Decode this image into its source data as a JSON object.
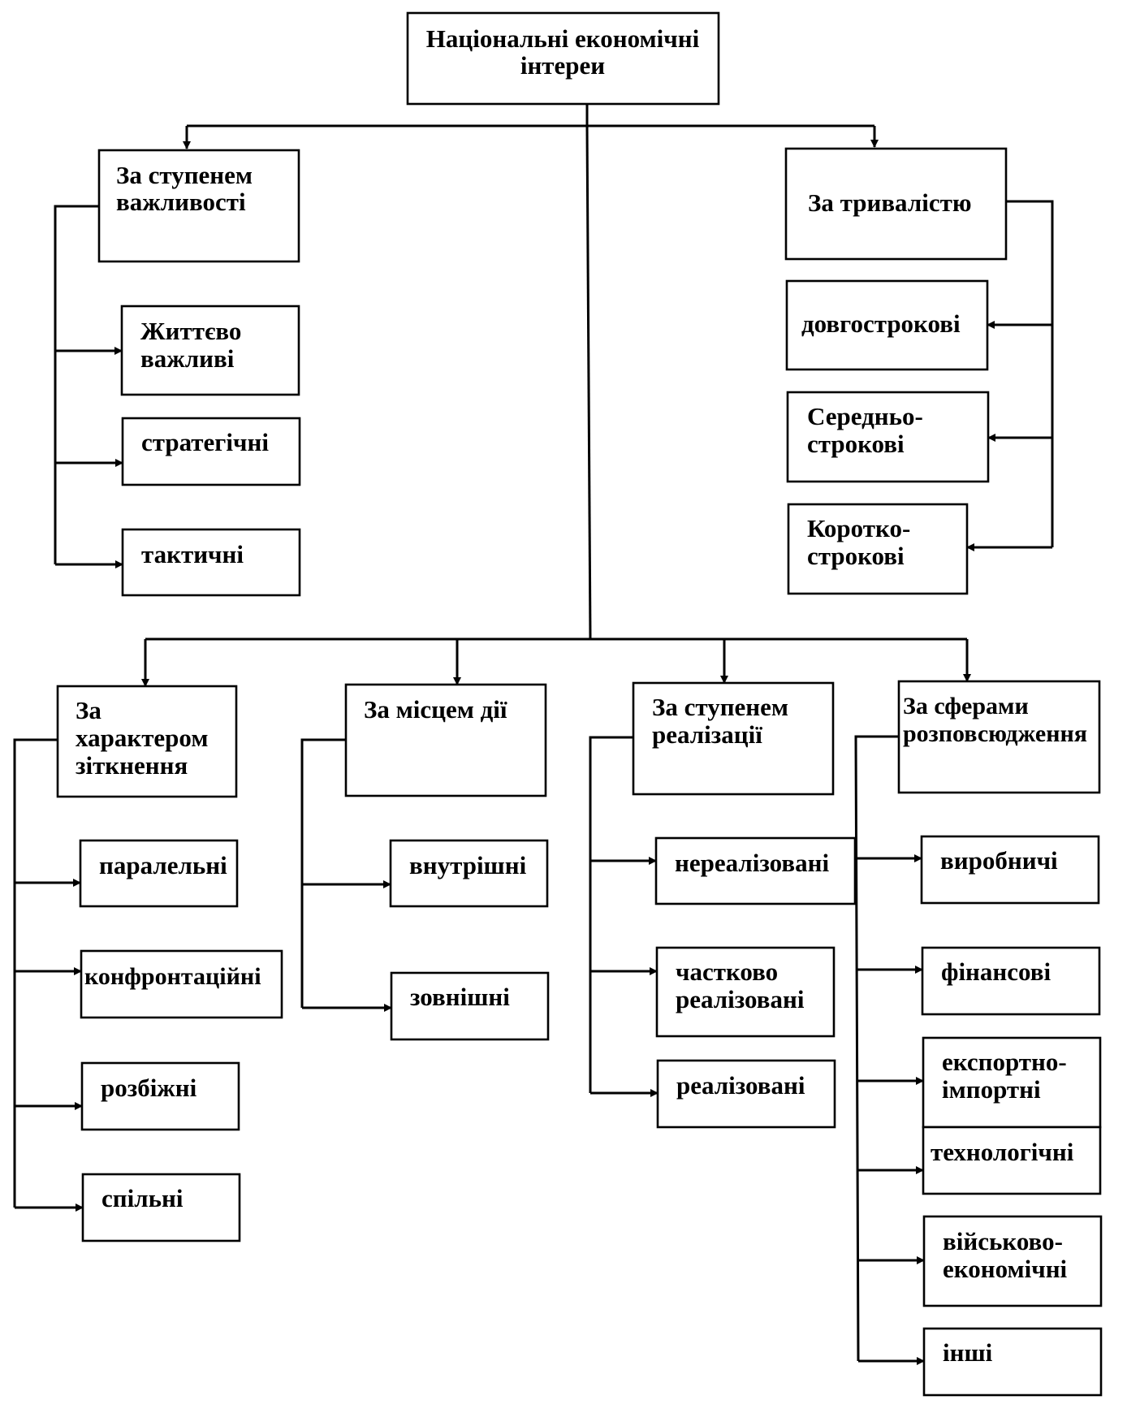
{
  "diagram": {
    "root": {
      "line1": "Національні економічні",
      "line2": "інтереи"
    },
    "importance": {
      "title": {
        "line1": "За ступенем",
        "line2": "важливості"
      },
      "items": [
        {
          "line1": "Життєво",
          "line2": "важливі"
        },
        {
          "line1": "стратегічні"
        },
        {
          "line1": "тактичні"
        }
      ]
    },
    "duration": {
      "title": {
        "line1": "За тривалістю"
      },
      "items": [
        {
          "line1": "довгострокові"
        },
        {
          "line1": "Середньо-",
          "line2": "строкові"
        },
        {
          "line1": "Коротко-",
          "line2": "строкові"
        }
      ]
    },
    "conflict": {
      "title": {
        "line1": "За",
        "line2": "характером",
        "line3": "зіткнення"
      },
      "items": [
        {
          "line1": "паралельні"
        },
        {
          "line1": "конфронтаційні"
        },
        {
          "line1": "розбіжні"
        },
        {
          "line1": "спільні"
        }
      ]
    },
    "location": {
      "title": {
        "line1": "За місцем дії"
      },
      "items": [
        {
          "line1": "внутрішні"
        },
        {
          "line1": "зовнішні"
        }
      ]
    },
    "realization": {
      "title": {
        "line1": "За ступенем",
        "line2": "реалізації"
      },
      "items": [
        {
          "line1": "нереалізовані"
        },
        {
          "line1": "частково",
          "line2": "реалізовані"
        },
        {
          "line1": "реалізовані"
        }
      ]
    },
    "spheres": {
      "title": {
        "line1": "За сферами",
        "line2": "розповсюдження"
      },
      "items": [
        {
          "line1": "виробничі"
        },
        {
          "line1": "фінансові"
        },
        {
          "line1": "експортно-",
          "line2": "імпортні"
        },
        {
          "line1": "технологічні"
        },
        {
          "line1": "військово-",
          "line2": "економічні"
        },
        {
          "line1": "інші"
        }
      ]
    }
  }
}
